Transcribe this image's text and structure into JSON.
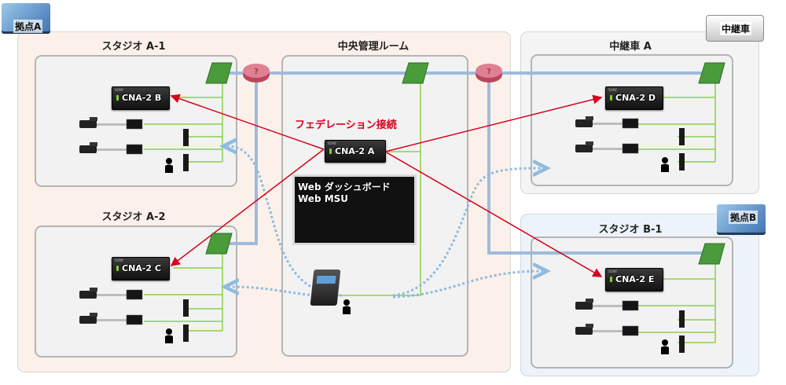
{
  "badges": {
    "site_a": "拠点A",
    "site_b": "拠点B",
    "ob_van": "中継車"
  },
  "rooms": {
    "studio_a1": "スタジオ A-1",
    "studio_a2": "スタジオ A-2",
    "central": "中央管理ルーム",
    "ob_van_a": "中継車 A",
    "studio_b1": "スタジオ B-1"
  },
  "devices": {
    "cna_a": "CNA-2 A",
    "cna_b": "CNA-2 B",
    "cna_c": "CNA-2 C",
    "cna_d": "CNA-2 D",
    "cna_e": "CNA-2 E"
  },
  "central": {
    "federation_label": "フェデレーション接続",
    "dashboard_line1": "Web ダッシュボード",
    "dashboard_line2": "Web MSU"
  },
  "colors": {
    "site_a_bg": "#fcf1ea",
    "site_b_bg": "#edf3fb",
    "ob_bg": "#f4f4f4",
    "room_bg": "#f2f2f2",
    "federation": "#d6001c",
    "lan": "#8ccf4d",
    "wan": "#9dbbdc",
    "dotted": "#8fbbe0",
    "switch": "#4a9b3a",
    "router": "#d9677a"
  }
}
